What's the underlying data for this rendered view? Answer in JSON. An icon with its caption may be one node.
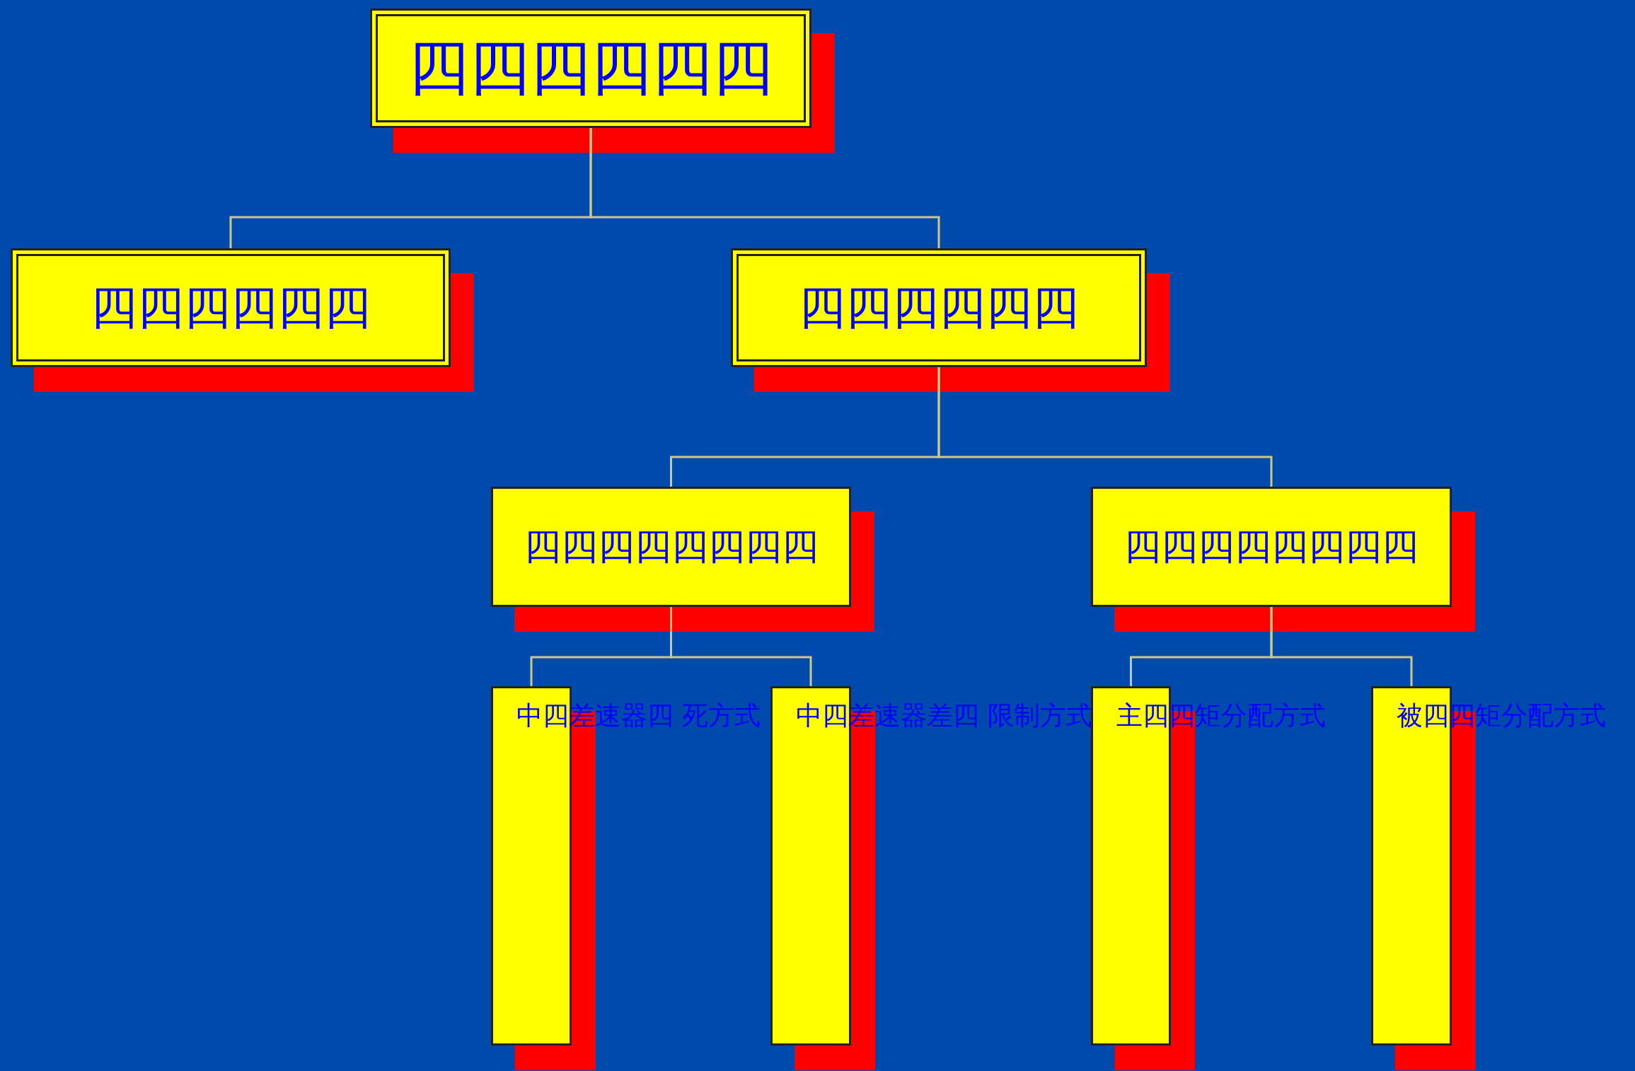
{
  "diagram": {
    "nodes": [
      {
        "text": [
          "四四四四四四"
        ]
      },
      {
        "text": [
          "四四四四四四"
        ]
      },
      {
        "text": [
          "四四四四四四"
        ]
      },
      {
        "text": [
          "四四四四四四四四"
        ]
      },
      {
        "text": [
          "四四四四四四四四"
        ]
      },
      {
        "text": [
          "中四差速器四 死方式"
        ]
      },
      {
        "text": [
          "中四差速器差四 限制方式"
        ]
      },
      {
        "text": [
          "主四四矩分配方式"
        ]
      },
      {
        "text": [
          "被四四矩分配方式"
        ]
      }
    ],
    "edges": [
      {
        "from": 0,
        "to": 1,
        "arrow": "none"
      },
      {
        "from": 0,
        "to": 2,
        "arrow": "none"
      },
      {
        "from": 2,
        "to": 3,
        "arrow": "none"
      },
      {
        "from": 2,
        "to": 4,
        "arrow": "none"
      },
      {
        "from": 3,
        "to": 5,
        "arrow": "none"
      },
      {
        "from": 3,
        "to": 6,
        "arrow": "none"
      },
      {
        "from": 4,
        "to": 7,
        "arrow": "none"
      },
      {
        "from": 4,
        "to": 8,
        "arrow": "none"
      }
    ]
  }
}
